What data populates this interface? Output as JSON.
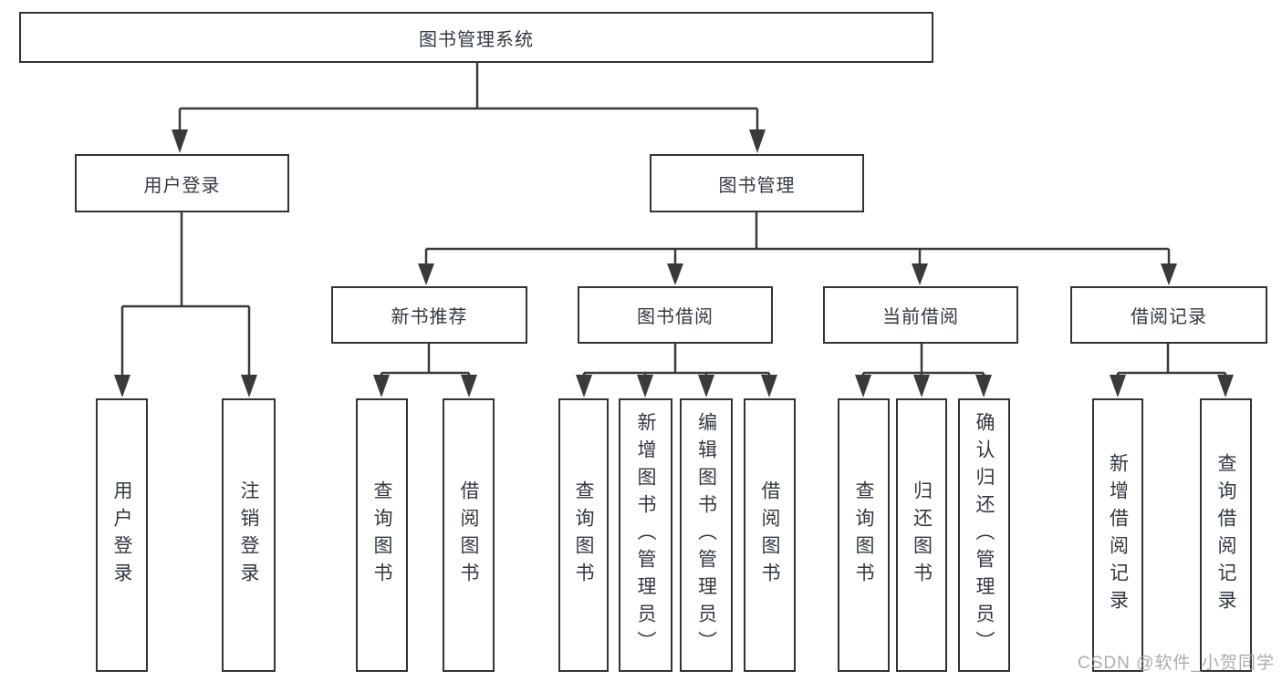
{
  "diagram": {
    "root": {
      "label": "图书管理系统"
    },
    "level1": [
      {
        "id": "user-login",
        "label": "用户登录"
      },
      {
        "id": "book-management",
        "label": "图书管理"
      }
    ],
    "level2": [
      {
        "id": "new-book-recommend",
        "parent": "book-management",
        "label": "新书推荐"
      },
      {
        "id": "book-borrowing",
        "parent": "book-management",
        "label": "图书借阅"
      },
      {
        "id": "current-borrowing",
        "parent": "book-management",
        "label": "当前借阅"
      },
      {
        "id": "borrowing-records",
        "parent": "book-management",
        "label": "借阅记录"
      }
    ],
    "leaves": [
      {
        "parent": "user-login",
        "label": "用户登录"
      },
      {
        "parent": "user-login",
        "label": "注销登录"
      },
      {
        "parent": "new-book-recommend",
        "label": "查询图书"
      },
      {
        "parent": "new-book-recommend",
        "label": "借阅图书"
      },
      {
        "parent": "book-borrowing",
        "label": "查询图书"
      },
      {
        "parent": "book-borrowing",
        "label": "新增图书（管理员）"
      },
      {
        "parent": "book-borrowing",
        "label": "编辑图书（管理员）"
      },
      {
        "parent": "book-borrowing",
        "label": "借阅图书"
      },
      {
        "parent": "current-borrowing",
        "label": "查询图书"
      },
      {
        "parent": "current-borrowing",
        "label": "归还图书"
      },
      {
        "parent": "current-borrowing",
        "label": "确认归还（管理员）"
      },
      {
        "parent": "borrowing-records",
        "label": "新增借阅记录"
      },
      {
        "parent": "borrowing-records",
        "label": "查询借阅记录"
      }
    ],
    "watermark": "CSDN @软件_小贺同学",
    "colors": {
      "line": "#3a3a3a",
      "border": "#333333",
      "text": "#333840",
      "watermark": "#a8a8a8",
      "background": "#ffffff"
    }
  }
}
